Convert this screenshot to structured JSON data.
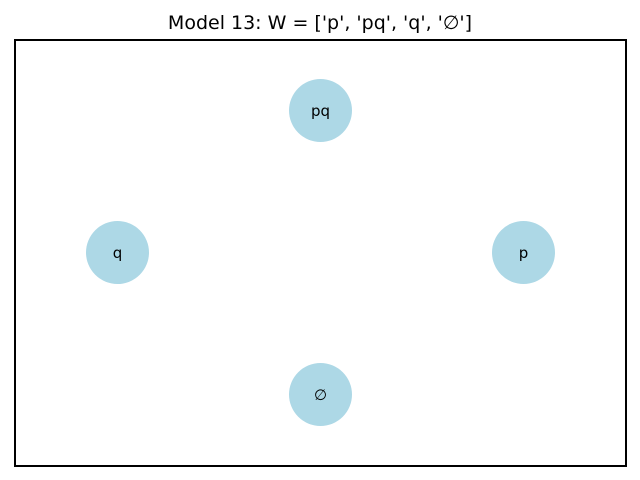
{
  "title": "Model 13: W = ['p', 'pq', 'q', '∅']",
  "node_color": "#add8e6",
  "nodes": {
    "pq": {
      "label": "pq"
    },
    "q": {
      "label": "q"
    },
    "p": {
      "label": "p"
    },
    "empty": {
      "label": "∅"
    }
  }
}
